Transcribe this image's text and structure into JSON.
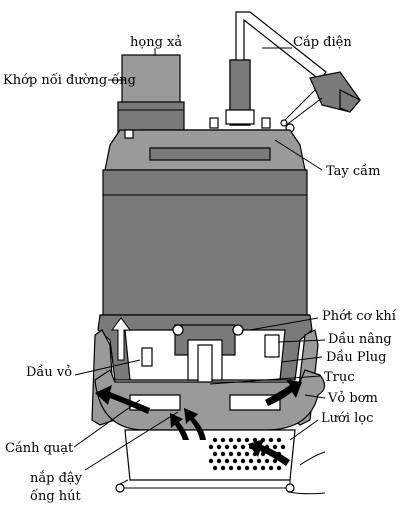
{
  "labels": {
    "hong_xa": "họng xả",
    "khop_noi": "Khớp nối đường ống",
    "cap_dien": "Cáp điện",
    "tay_cam": "Tay cầm",
    "phot_co_khi": "Phớt cơ khí",
    "dau_nang": "Dầu nâng",
    "dau_plug": "Dầu Plug",
    "dau_vo": "Dầu vỏ",
    "truc": "Trục",
    "vo_bom": "Vỏ bơm",
    "luoi_loc": "Lưới lọc",
    "canh_quat": "Cánh quạt",
    "nap_day_1": "nắp đậy",
    "nap_day_2": "ống hút"
  }
}
